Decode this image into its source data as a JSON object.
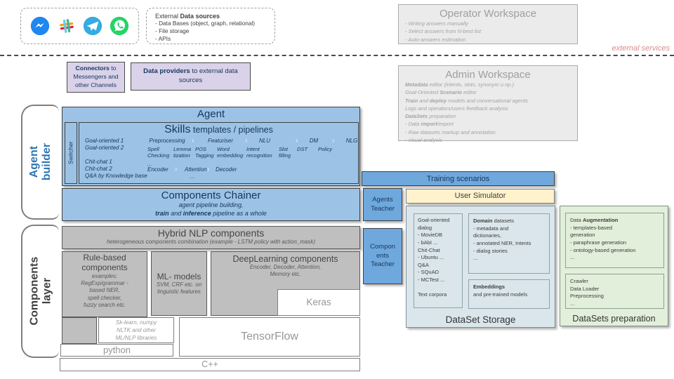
{
  "colors": {
    "agent_blue": "#9CC3E5",
    "strong_blue": "#6FA8DC",
    "navy_text": "#17365D",
    "component_gray": "#BFBFBF",
    "user_simulator_cream": "#FFF2CC",
    "storage_fill": "#DAE6EB",
    "preparation_green": "#E2EFDA",
    "connector_lavender": "#D9D2E9",
    "workspace_gray": "#EBEBEB",
    "external_services_pink": "#D98C8C"
  },
  "header": {
    "messenger_icons": [
      "facebook-messenger",
      "slack",
      "telegram",
      "whatsapp"
    ],
    "data_sources": {
      "title": [
        {
          "t": "External "
        },
        {
          "t": "Data sources",
          "b": true
        }
      ],
      "items": "- Data Bases (object, graph, relational)\n- File storage\n- APIs"
    },
    "operator_workspace": {
      "title": "Operator Workspace",
      "items": "- Writing answers manually\n- Select answers from N-best list\n- Auto-answers estimation"
    },
    "external_services": "external services"
  },
  "connectors_box": [
    {
      "t": "Connectors",
      "b": true
    },
    {
      "t": " to Messengers and other Channels"
    }
  ],
  "data_providers_box": [
    {
      "t": "Data providers",
      "b": true
    },
    {
      "t": " to external data sources"
    }
  ],
  "admin_workspace": {
    "title": "Admin Workspace",
    "lines": [
      [
        {
          "t": "Metadata",
          "b": true
        },
        {
          "t": " editor (intents, slots, synonym и пр.)"
        }
      ],
      [
        {
          "t": "Goal-Oriented "
        },
        {
          "t": "Scenario",
          "b": true
        },
        {
          "t": " editor"
        }
      ],
      [
        {
          "t": "Train",
          "b": true
        },
        {
          "t": " and "
        },
        {
          "t": "deploy",
          "b": true
        },
        {
          "t": " models and conversational agents"
        }
      ],
      [
        {
          "t": "Logs and operators/users feedback analysis"
        }
      ],
      [
        {
          "t": "DataSets",
          "b": true
        },
        {
          "t": " preparation"
        }
      ],
      [
        {
          "t": "- Data "
        },
        {
          "t": "import",
          "b": true
        },
        {
          "t": "/export"
        }
      ],
      [
        {
          "t": "- Raw datasets markup and annotation"
        }
      ],
      [
        {
          "t": "- visual analysis"
        }
      ]
    ]
  },
  "agent_builder": {
    "label": "Agent\nbuilder",
    "agent_title": "Agent",
    "switcher": "Switcher",
    "skills": {
      "title_big": "Skills",
      "title_rest": " templates / pipelines",
      "left_items": [
        "Goal-oriented 1",
        "Goal-oriented 2",
        "Chit-chat 1",
        "Chit-chat 2",
        "Q&A by Knowledge base",
        "..."
      ],
      "stages": [
        "Preprocessing",
        "Featuriser",
        "NLU",
        "DM",
        "NLG"
      ],
      "steps": [
        "Spell Checking",
        "Lemma tization",
        "POS Tagging",
        "Word embedding",
        "Intent recognition",
        "Slot filling",
        "DST",
        "Policy"
      ],
      "ellipsis": "...",
      "row2": [
        "Encoder",
        "Attention",
        "Decoder"
      ],
      "chevron": "›"
    },
    "chainer": {
      "title": "Components Chainer",
      "sub1": "agent pipeline building,",
      "sub2": [
        {
          "t": "train",
          "b": true
        },
        {
          "t": " and "
        },
        {
          "t": "inference",
          "b": true
        },
        {
          "t": " pipeline as a whole"
        }
      ]
    }
  },
  "training": {
    "scenarios": "Training scenarios",
    "agents_teacher": "Agents Teacher",
    "components_teacher": "Components Teacher",
    "user_simulator": "User Simulator"
  },
  "dataset_storage": {
    "title": "DataSet Storage",
    "goal_oriented": "Goal-oriented\ndialog\n- MovieDB\n- bAbI ...\nChit-Chat\n- Ubuntu ...\nQ&A\n- SQuAD\n- MCTest ...\n\nText corpora",
    "domain_title": [
      {
        "t": "Domain",
        "b": true
      },
      {
        "t": " datasets"
      }
    ],
    "domain_body": "- metadata and\ndictionaries,\n- annotated NER, Intents\n- dialog stories\n...",
    "embeddings": [
      {
        "t": "Embeddings",
        "b": true
      },
      {
        "t": "\nand pre-trained models"
      }
    ]
  },
  "datasets_preparation": {
    "title": "DataSets preparation",
    "augmentation_title": [
      {
        "t": "Data "
      },
      {
        "t": "Augmentation",
        "b": true
      }
    ],
    "augmentation_body": "- templates-based\ngeneration\n- paraphrase generation\n- ontology-based generation\n...",
    "crawler": "Crawler\nData Loader\nPreprocessing\n..."
  },
  "components_layer": {
    "label": "Components\nlayer",
    "hybrid": {
      "title": "Hybrid NLP components",
      "subtitle": "heterogeneous components combination (example - LSTM policy with action_mask)"
    },
    "rule_based": {
      "title": "Rule-based\ncomponents",
      "body": "examples:\nRegExp/grammar -\nbased NER,\nspell checker,\nfuzzy search etc."
    },
    "ml_models": {
      "title": "ML- models",
      "body": "SVM, CRF etc. on\nlinguistic features"
    },
    "deep_learning": {
      "title": "DeepLearning components",
      "body": "Encoder, Decoder, Attention,\nMemory etc."
    },
    "keras": "Keras",
    "sklearn": "Sk-learn, numpy\nNLTK and other\nML/NLP libraries",
    "tensorflow": "TensorFlow",
    "python": "python",
    "cpp": "C++"
  }
}
